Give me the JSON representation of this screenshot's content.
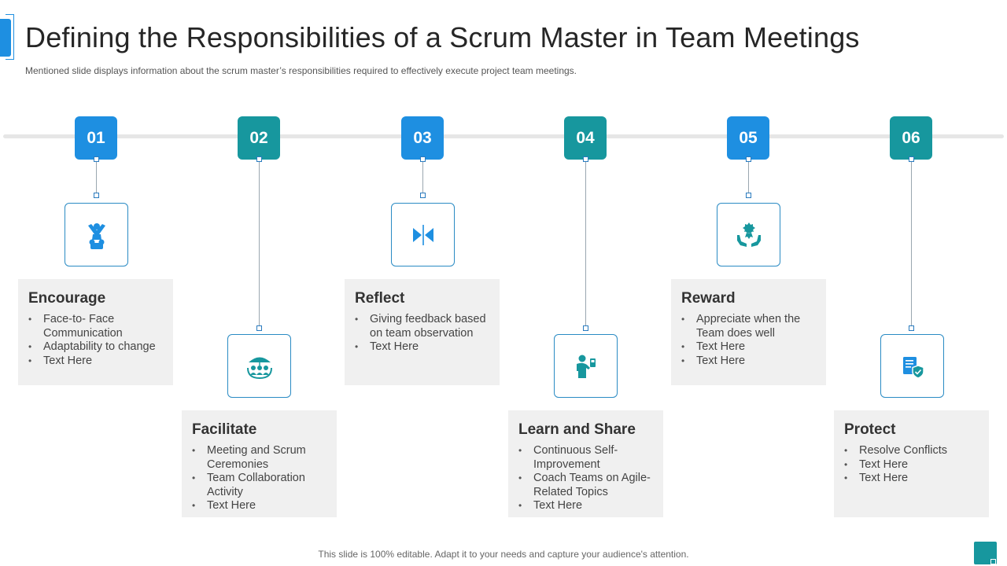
{
  "title": "Defining the Responsibilities of a Scrum Master in Team Meetings",
  "subtitle": "Mentioned slide displays information  about  the scrum master’s responsibilities  required  to effectively  execute project team meetings.",
  "footer": "This slide is 100% editable. Adapt it to your needs and capture your audience's attention.",
  "colors": {
    "blue": "#1e8fe1",
    "teal": "#17979e",
    "card_bg": "#f0f0f0"
  },
  "steps": [
    {
      "number": "01",
      "icon": "encourage-person-icon",
      "title": "Encourage",
      "bullets": [
        "Face-to- Face Communication",
        "Adaptability  to change",
        "Text Here"
      ]
    },
    {
      "number": "02",
      "icon": "team-umbrella-icon",
      "title": "Facilitate",
      "bullets": [
        "Meeting and Scrum Ceremonies",
        "Team Collaboration Activity",
        "Text Here"
      ]
    },
    {
      "number": "03",
      "icon": "reflect-arrows-icon",
      "title": "Reflect",
      "bullets": [
        "Giving feedback based on team observation",
        "Text Here"
      ]
    },
    {
      "number": "04",
      "icon": "person-presenting-icon",
      "title": "Learn and Share",
      "bullets": [
        "Continuous Self-Improvement",
        "Coach Teams on Agile-Related Topics",
        "Text Here"
      ]
    },
    {
      "number": "05",
      "icon": "award-hands-icon",
      "title": "Reward",
      "bullets": [
        "Appreciate when the Team does well",
        "Text Here",
        "Text Here"
      ]
    },
    {
      "number": "06",
      "icon": "protected-document-icon",
      "title": "Protect",
      "bullets": [
        "Resolve Conflicts",
        "Text Here",
        "Text Here"
      ]
    }
  ]
}
